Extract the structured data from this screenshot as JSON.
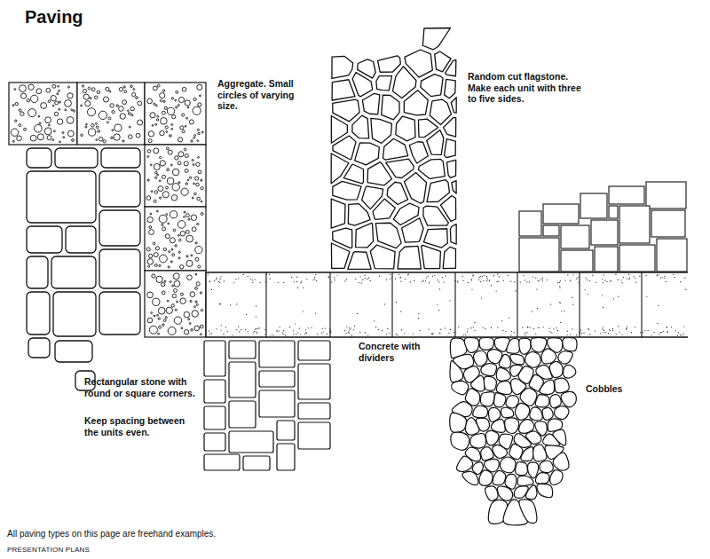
{
  "diagram": {
    "title": "Paving",
    "caption": "All paving types on this page are freehand examples.",
    "labels": [
      "Aggregate. Small circles of varying size.",
      "Random cut flagstone. Make each unit with three to five sides.",
      "Rectangular stone with round or square corners.",
      "Keep spacing between the units even.",
      "Concrete with dividers",
      "Cobbles",
      "PRESENTATION PLANS"
    ]
  }
}
